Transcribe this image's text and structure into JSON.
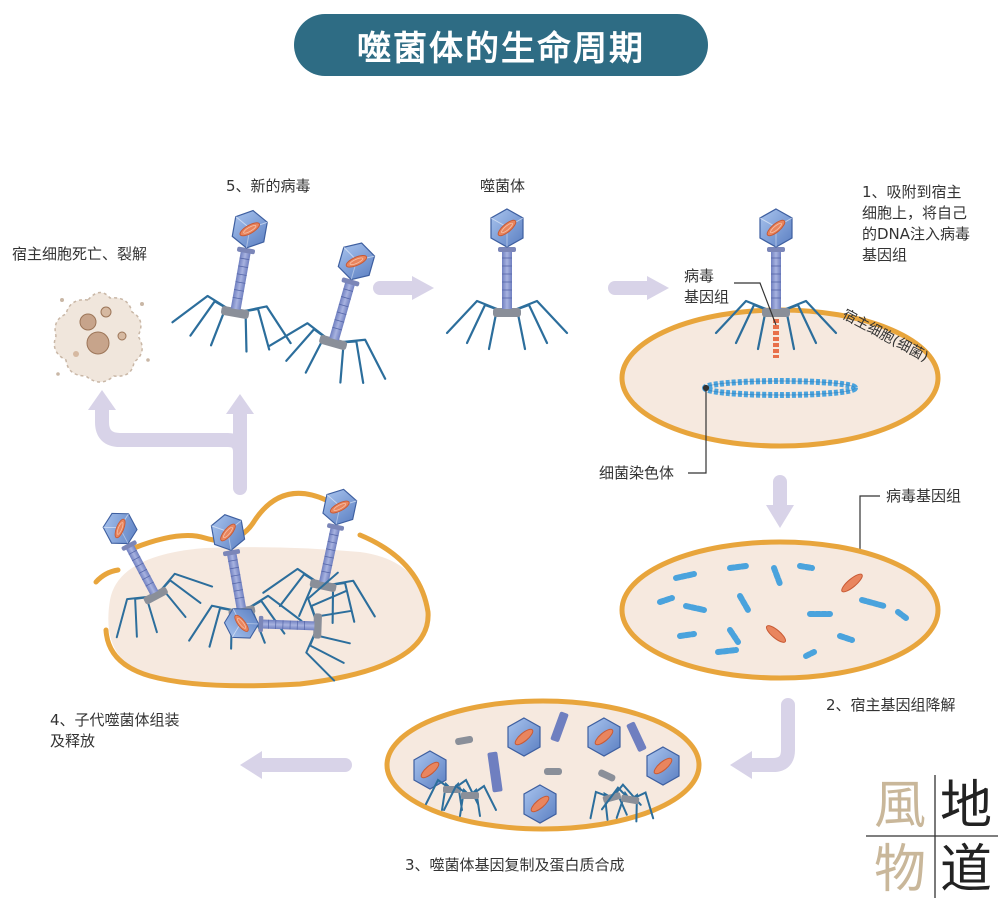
{
  "title": "噬菌体的生命周期",
  "labels": {
    "host_lysis": "宿主细胞死亡、裂解",
    "new_virus": "5、新的病毒",
    "phage": "噬菌体",
    "step1": "1、吸附到宿主\n细胞上，将自己\n的DNA注入病毒\n基因组",
    "viral_genome_left": "病毒\n基因组",
    "host_cell": "宿主细胞(细菌)",
    "bacterial_chromosome": "细菌染色体",
    "viral_genome_right": "病毒基因组",
    "step2": "2、宿主基因组降解",
    "step3": "3、噬菌体基因复制及蛋白质合成",
    "step4": "4、子代噬菌体组装\n及释放"
  },
  "logo": {
    "c1": "風",
    "c2": "地",
    "c3": "物",
    "c4": "道"
  },
  "colors": {
    "title_bg": "#2e6c84",
    "cell_fill": "#f6e9df",
    "cell_border": "#e8a53c",
    "arrow": "#d8d3e8",
    "dna_blue": "#4aa3dd",
    "viral_dna": "#e8704a",
    "phage_head": "#7fa0d8",
    "phage_tail": "#8090c8",
    "leg": "#2c6e9c"
  }
}
